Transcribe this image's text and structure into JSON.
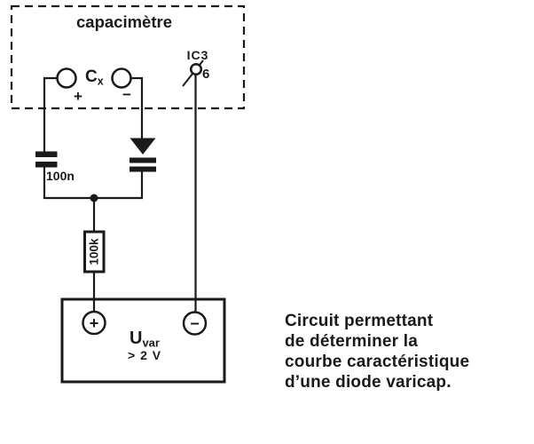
{
  "colors": {
    "ink": "#1a1a1a",
    "paper": "#ffffff"
  },
  "meter": {
    "title": "capacimètre",
    "cx_label": {
      "main": "C",
      "sub": "x"
    },
    "terminal_plus": "+",
    "terminal_minus": "−",
    "ic_label": "IC3",
    "pin_number": "6"
  },
  "components": {
    "capacitor": "100n",
    "resistor": "100k"
  },
  "supply": {
    "plus": "+",
    "minus": "−",
    "label": {
      "main": "U",
      "sub": "var"
    },
    "voltage": "> 2 V"
  },
  "caption": {
    "lines": [
      "Circuit permettant",
      "de déterminer la",
      "courbe caractéristique",
      "d’une diode varicap."
    ]
  }
}
